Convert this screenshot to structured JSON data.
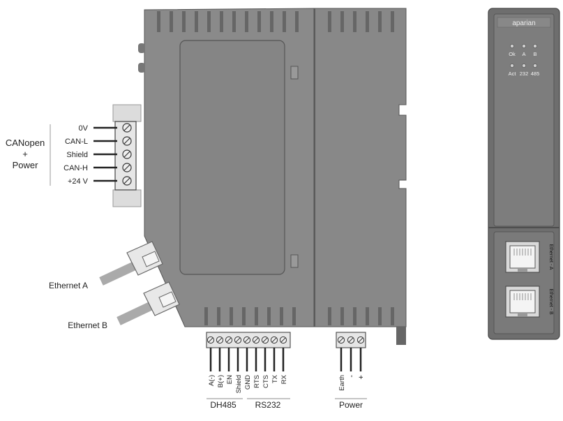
{
  "canopen": {
    "group_label": [
      "CANopen",
      "+",
      "Power"
    ],
    "pins": [
      "0V",
      "CAN-L",
      "Shield",
      "CAN-H",
      "+24 V"
    ]
  },
  "ethernet": {
    "a_label": "Ethernet A",
    "b_label": "Ethernet B"
  },
  "serial": {
    "pins": [
      "A(-)",
      "B(+)",
      "EN",
      "Shield",
      "GND",
      "RTS",
      "CTS",
      "TX",
      "RX"
    ],
    "dh485_label": "DH485",
    "rs232_label": "RS232"
  },
  "power": {
    "pins": [
      "Earth",
      "-",
      "+"
    ],
    "label": "Power"
  },
  "front": {
    "brand": "aparian",
    "leds_row1": [
      "Ok",
      "A",
      "B"
    ],
    "leds_row2": [
      "Act",
      "232",
      "485"
    ],
    "port_a_label": "Ethernet - A",
    "port_b_label": "Ethernet - B"
  },
  "colors": {
    "housing": "#7f7f7f",
    "housing_dark": "#5f5f5f",
    "connector": "#dcdcdc",
    "cable": "#aaaaaa"
  }
}
